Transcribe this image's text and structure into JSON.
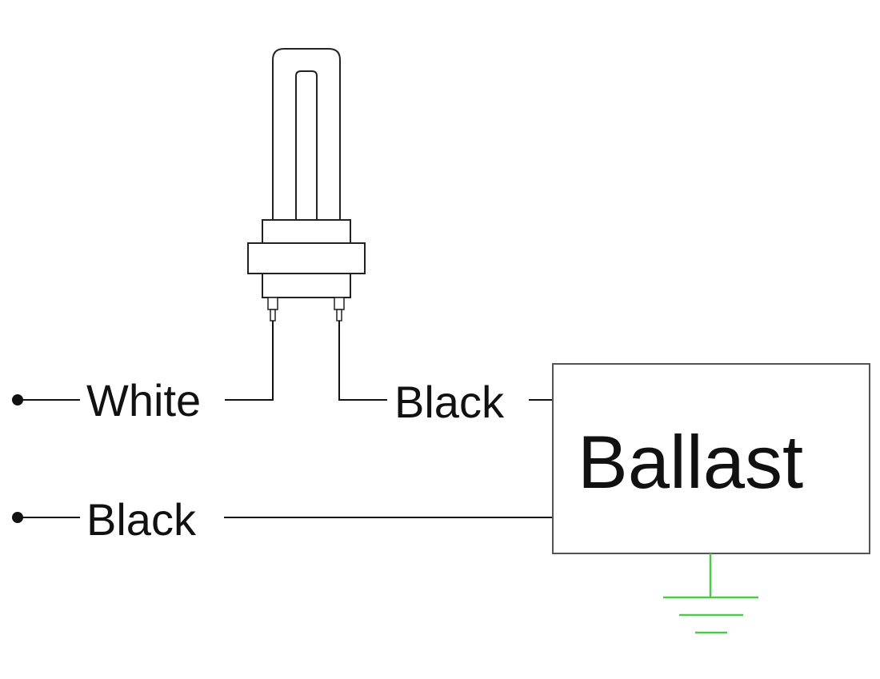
{
  "diagram": {
    "type": "wiring-diagram",
    "labels": {
      "white_wire": "White",
      "black_wire_lamp": "Black",
      "black_wire_line": "Black",
      "ballast": "Ballast"
    },
    "components": [
      {
        "id": "lamp",
        "kind": "compact-fluorescent-2-pin-lamp"
      },
      {
        "id": "ballast",
        "kind": "ballast-box",
        "label": "Ballast"
      },
      {
        "id": "ground",
        "kind": "earth-ground-symbol"
      }
    ],
    "terminals": [
      {
        "id": "terminal-white",
        "wire": "White"
      },
      {
        "id": "terminal-black",
        "wire": "Black"
      }
    ],
    "connections": [
      {
        "from": "terminal-white",
        "to": "lamp.pin-left",
        "wire": "White"
      },
      {
        "from": "lamp.pin-right",
        "to": "ballast",
        "wire": "Black"
      },
      {
        "from": "terminal-black",
        "to": "ballast",
        "wire": "Black"
      },
      {
        "from": "ballast",
        "to": "ground"
      }
    ],
    "colors": {
      "line": "#111111",
      "ground": "#4cc94c",
      "background": "#ffffff"
    }
  }
}
